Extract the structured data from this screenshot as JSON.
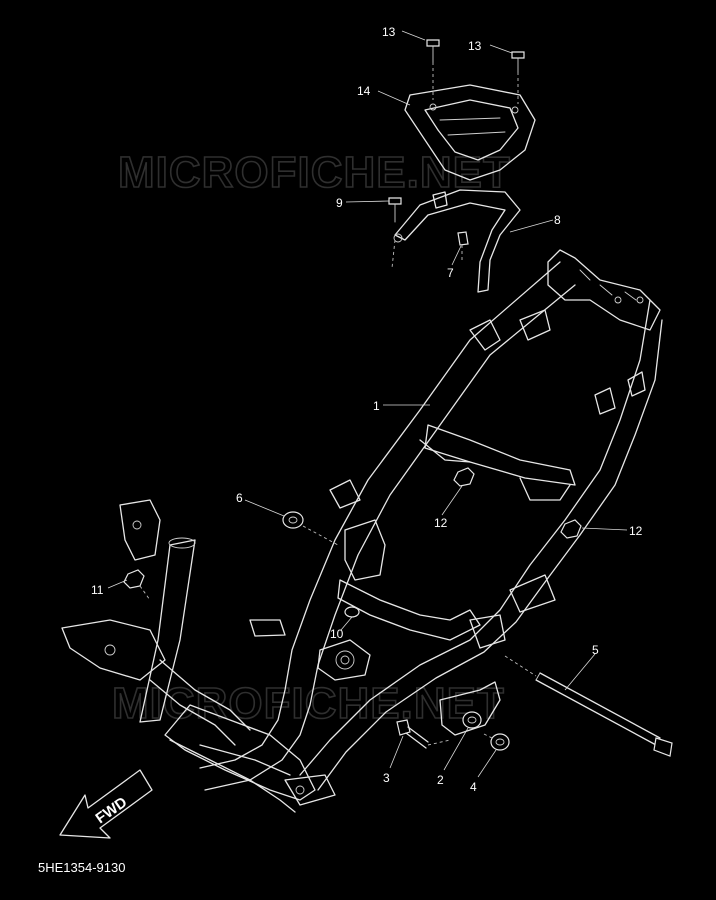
{
  "diagram": {
    "part_code": "5HE1354-9130",
    "watermark": "MICROFICHE.NET",
    "fwd_label": "FWD",
    "callouts": [
      {
        "id": "c13a",
        "label": "13"
      },
      {
        "id": "c13b",
        "label": "13"
      },
      {
        "id": "c14",
        "label": "14"
      },
      {
        "id": "c9",
        "label": "9"
      },
      {
        "id": "c8",
        "label": "8"
      },
      {
        "id": "c7",
        "label": "7"
      },
      {
        "id": "c1",
        "label": "1"
      },
      {
        "id": "c6",
        "label": "6"
      },
      {
        "id": "c12a",
        "label": "12"
      },
      {
        "id": "c12b",
        "label": "12"
      },
      {
        "id": "c11",
        "label": "11"
      },
      {
        "id": "c10",
        "label": "10"
      },
      {
        "id": "c5",
        "label": "5"
      },
      {
        "id": "c3",
        "label": "3"
      },
      {
        "id": "c2",
        "label": "2"
      },
      {
        "id": "c4",
        "label": "4"
      }
    ]
  }
}
